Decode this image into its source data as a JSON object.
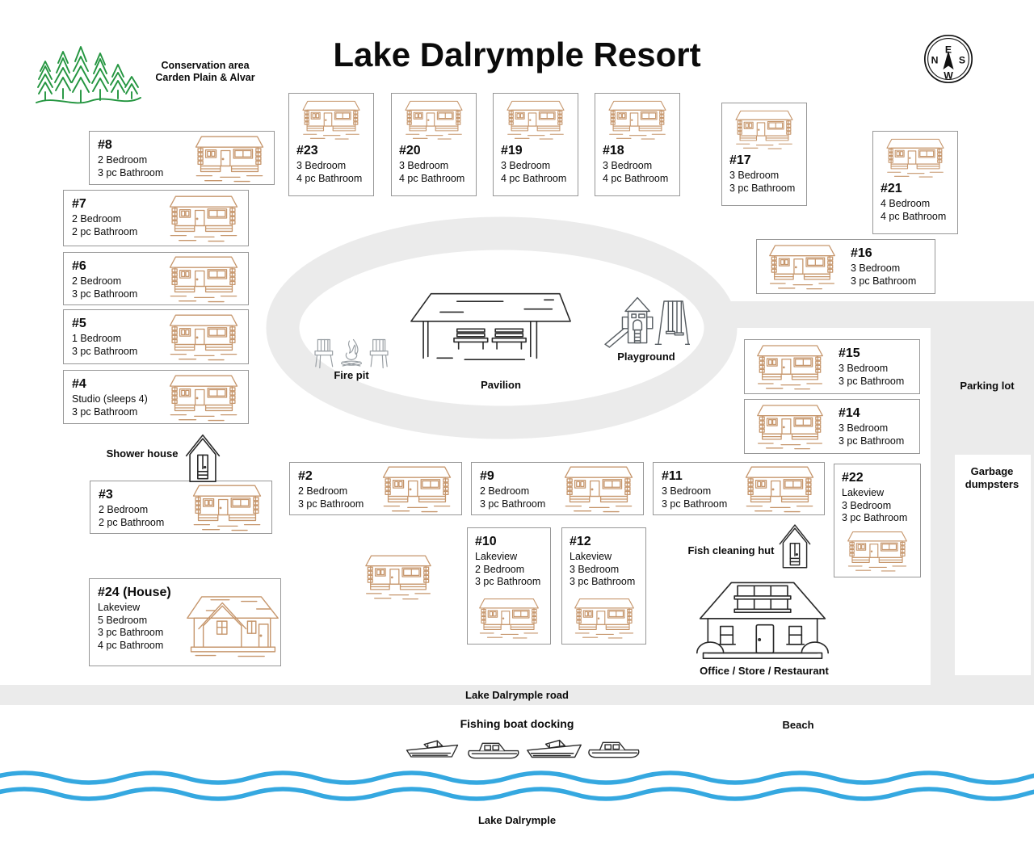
{
  "header": {
    "title": "Lake Dalrymple Resort",
    "conservation_line1": "Conservation area",
    "conservation_line2": "Carden Plain & Alvar"
  },
  "compass": {
    "top": "E",
    "left": "N",
    "right": "S",
    "bottom": "W"
  },
  "cabins": [
    {
      "id": "#23",
      "lines": [
        "3 Bedroom",
        "4 pc Bathroom"
      ]
    },
    {
      "id": "#20",
      "lines": [
        "3 Bedroom",
        "4 pc Bathroom"
      ]
    },
    {
      "id": "#19",
      "lines": [
        "3 Bedroom",
        "4 pc Bathroom"
      ]
    },
    {
      "id": "#18",
      "lines": [
        "3 Bedroom",
        "4 pc Bathroom"
      ]
    },
    {
      "id": "#17",
      "lines": [
        "3 Bedroom",
        "3 pc Bathroom"
      ]
    },
    {
      "id": "#21",
      "lines": [
        "4 Bedroom",
        "4 pc Bathroom"
      ]
    },
    {
      "id": "#16",
      "lines": [
        "3 Bedroom",
        "3 pc Bathroom"
      ]
    },
    {
      "id": "#8",
      "lines": [
        "2 Bedroom",
        "3 pc Bathroom"
      ]
    },
    {
      "id": "#7",
      "lines": [
        "2 Bedroom",
        "2 pc Bathroom"
      ]
    },
    {
      "id": "#6",
      "lines": [
        "2 Bedroom",
        "3 pc Bathroom"
      ]
    },
    {
      "id": "#5",
      "lines": [
        "1 Bedroom",
        "3 pc Bathroom"
      ]
    },
    {
      "id": "#4",
      "lines": [
        "Studio (sleeps 4)",
        "3 pc Bathroom"
      ]
    },
    {
      "id": "#3",
      "lines": [
        "2 Bedroom",
        "2 pc Bathroom"
      ]
    },
    {
      "id": "#24 (House)",
      "lines": [
        "Lakeview",
        "5 Bedroom",
        "3 pc Bathroom",
        "4 pc Bathroom"
      ]
    },
    {
      "id": "#15",
      "lines": [
        "3 Bedroom",
        "3 pc Bathroom"
      ]
    },
    {
      "id": "#14",
      "lines": [
        "3 Bedroom",
        "3 pc Bathroom"
      ]
    },
    {
      "id": "#2",
      "lines": [
        "2 Bedroom",
        "3 pc Bathroom"
      ]
    },
    {
      "id": "#9",
      "lines": [
        "2 Bedroom",
        "3 pc Bathroom"
      ]
    },
    {
      "id": "#11",
      "lines": [
        "3 Bedroom",
        "3 pc Bathroom"
      ]
    },
    {
      "id": "#22",
      "lines": [
        "Lakeview",
        "3 Bedroom",
        "3 pc Bathroom"
      ]
    },
    {
      "id": "#10",
      "lines": [
        "Lakeview",
        "2 Bedroom",
        "3 pc Bathroom"
      ]
    },
    {
      "id": "#12",
      "lines": [
        "Lakeview",
        "3 Bedroom",
        "3 pc Bathroom"
      ]
    }
  ],
  "labels": {
    "fire_pit": "Fire pit",
    "pavilion": "Pavilion",
    "playground": "Playground",
    "shower_house": "Shower house",
    "fish_cleaning_hut": "Fish cleaning hut",
    "office": "Office / Store / Restaurant",
    "parking_lot": "Parking lot",
    "garbage_line1": "Garbage",
    "garbage_line2": "dumpsters",
    "road": "Lake Dalrymple road",
    "docking": "Fishing boat docking",
    "beach": "Beach",
    "lake": "Lake Dalrymple"
  },
  "colors": {
    "cabin_line": "#c6966c",
    "road_gray": "#ebebeb",
    "water_blue": "#35a8e0",
    "tree_green": "#23953f"
  }
}
